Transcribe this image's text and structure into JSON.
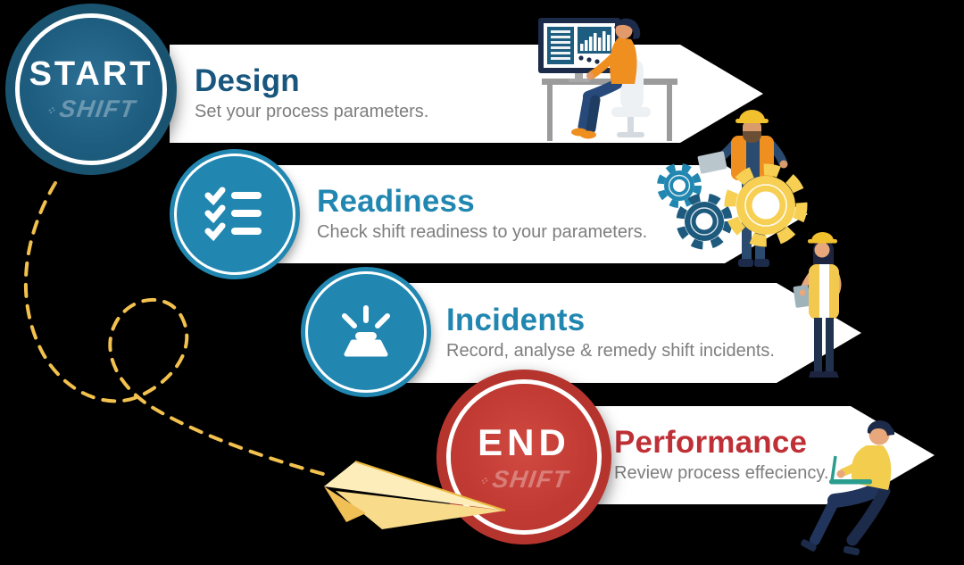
{
  "infographic": {
    "brand": "SHIFT",
    "start": {
      "label": "START"
    },
    "end": {
      "label": "END"
    },
    "steps": [
      {
        "id": "design",
        "title": "Design",
        "description": "Set your process parameters.",
        "marker": "start-shift-badge"
      },
      {
        "id": "readiness",
        "title": "Readiness",
        "description": "Check shift readiness to your parameters.",
        "marker": "checklist-icon"
      },
      {
        "id": "incidents",
        "title": "Incidents",
        "description": "Record, analyse & remedy shift incidents.",
        "marker": "alert-beacon-icon"
      },
      {
        "id": "performance",
        "title": "Performance",
        "description": "Review process effeciency.",
        "marker": "end-shift-badge"
      }
    ],
    "icons": {
      "readiness": "checklist-icon",
      "incidents": "alert-beacon-icon"
    },
    "illustrations": [
      "analyst-at-computer",
      "engineer-with-gears",
      "female-inspector-with-tablet",
      "man-working-on-laptop",
      "paper-plane",
      "dashed-flight-path"
    ],
    "colors": {
      "start_circle": "#1d5c7e",
      "step_circle": "#2187b1",
      "end_circle": "#c03a33",
      "design_title": "#19567d",
      "readiness_title": "#2187b1",
      "incidents_title": "#2187b1",
      "performance_title": "#bf3036",
      "description_text": "#7e7e7e",
      "banner": "#ffffff",
      "path_yellow": "#f2c14e",
      "gear_yellow": "#f6cf53",
      "gear_blue": "#2187b1",
      "gear_navy": "#1d5a7d"
    }
  }
}
